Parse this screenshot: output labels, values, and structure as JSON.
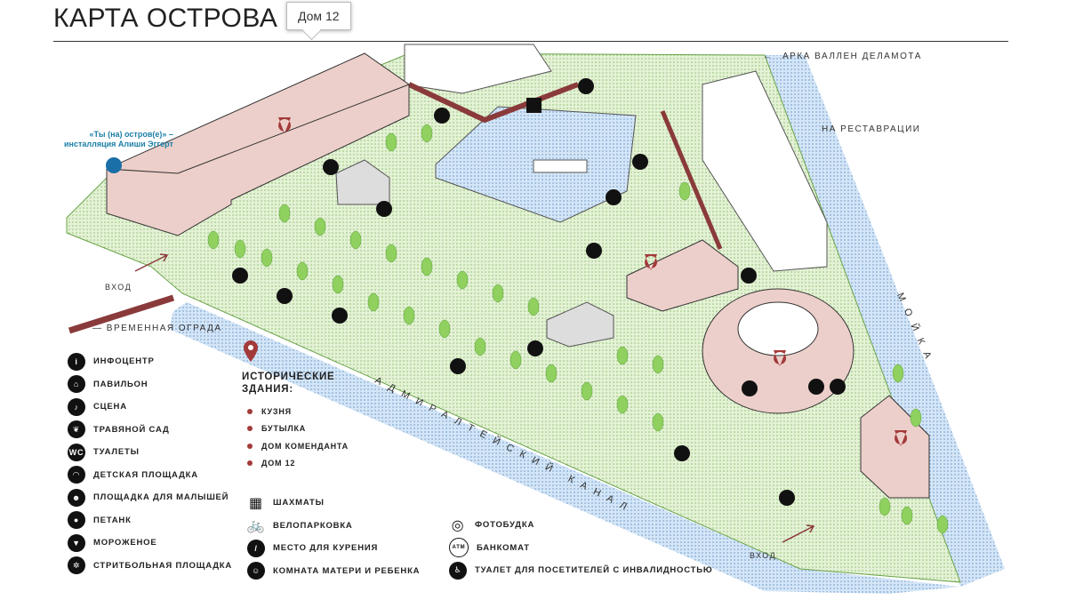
{
  "header": {
    "title": "КАРТА ОСТРОВА",
    "tooltip": "Дом 12"
  },
  "map_labels": {
    "arch": "АРКА ВАЛЛЕН ДЕЛАМОТА",
    "restoration": "НА РЕСТАВРАЦИИ",
    "moika": "МОЙКА",
    "canal": "АДМИРАЛТЕЙСКИЙ КАНАЛ",
    "entrance_left": "ВХОД",
    "entrance_right": "ВХОД",
    "fence": "ВРЕМЕННАЯ ОГРАДА",
    "installation": "«Ты (на) остров(е)» –\nинсталляция Алиши Эггерт"
  },
  "legend_left": [
    {
      "icon": "info-icon",
      "glyph": "i",
      "label": "ИНФОЦЕНТР"
    },
    {
      "icon": "pavilion-icon",
      "glyph": "⌂",
      "label": "ПАВИЛЬОН"
    },
    {
      "icon": "stage-icon",
      "glyph": "♪",
      "label": "СЦЕНА"
    },
    {
      "icon": "herb-garden-icon",
      "glyph": "❦",
      "label": "ТРАВЯНОЙ САД"
    },
    {
      "icon": "wc-icon",
      "glyph": "WC",
      "label": "ТУАЛЕТЫ"
    },
    {
      "icon": "playground-icon",
      "glyph": "◠",
      "label": "ДЕТСКАЯ ПЛОЩАДКА"
    },
    {
      "icon": "toddler-area-icon",
      "glyph": "☻",
      "label": "ПЛОЩАДКА ДЛЯ МАЛЫШЕЙ"
    },
    {
      "icon": "petanque-icon",
      "glyph": "●",
      "label": "ПЕТАНК"
    },
    {
      "icon": "ice-cream-icon",
      "glyph": "▼",
      "label": "МОРОЖЕНОЕ"
    },
    {
      "icon": "streetball-icon",
      "glyph": "✲",
      "label": "СТРИТБОЛЬНАЯ ПЛОЩАДКА"
    }
  ],
  "historic": {
    "title": "ИСТОРИЧЕСКИЕ ЗДАНИЯ:",
    "color": "#a33a3a",
    "items": [
      "КУЗНЯ",
      "БУТЫЛКА",
      "ДОМ КОМЕНДАНТА",
      "ДОМ 12"
    ]
  },
  "legend_mid": [
    {
      "icon": "chess-icon",
      "glyph": "▦",
      "label": "ШАХМАТЫ"
    },
    {
      "icon": "bicycle-icon",
      "glyph": "🚲",
      "label": "ВЕЛОПАРКОВКА"
    },
    {
      "icon": "smoking-icon",
      "glyph": "/",
      "label": "МЕСТО ДЛЯ КУРЕНИЯ"
    },
    {
      "icon": "mother-child-room-icon",
      "glyph": "☺",
      "label": "КОМНАТА МАТЕРИ И РЕБЕНКА"
    }
  ],
  "legend_right": [
    {
      "icon": "photo-booth-icon",
      "glyph": "◎",
      "label": "ФОТОБУДКА"
    },
    {
      "icon": "atm-icon",
      "glyph": "ATM",
      "label": "БАНКОМАТ"
    },
    {
      "icon": "accessible-toilet-icon",
      "glyph": "♿",
      "label": "ТУАЛЕТ ДЛЯ ПОСЕТИТЕЛЕЙ С ИНВАЛИДНОСТЬЮ"
    }
  ],
  "colors": {
    "water": "#b9d3ee",
    "grass": "#cfe8b5",
    "building": "#eccfca",
    "accent": "#a33a3a",
    "tree": "#8fd05f"
  }
}
